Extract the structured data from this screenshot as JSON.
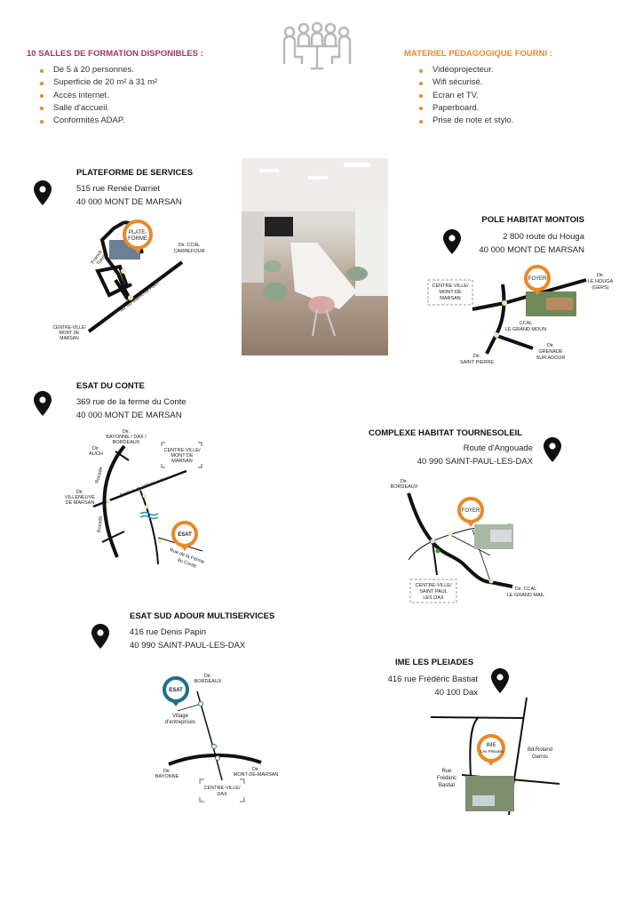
{
  "header": {
    "left_title": "10 SALLES DE FORMATION DISPONIBLES :",
    "left_items": [
      "De 5 à 20 personnes.",
      "Superficie de 20 m² à 31 m²",
      "Accès internet.",
      "Salle d'accueil.",
      "Conformités ADAP."
    ],
    "right_title": "MATERIEL PEDAGOGIQUE FOURNI :",
    "right_items": [
      "Vidéoprojecteur.",
      "Wifi sécurisé.",
      "Ecran et TV.",
      "Paperboard.",
      "Prise de note et stylo."
    ],
    "icon": "meeting-room-icon"
  },
  "colors": {
    "magenta": "#a3336b",
    "orange": "#e8892b",
    "teal": "#1f6f8b"
  },
  "sites": {
    "plateforme": {
      "title": "PLATEFORME DE SERVICES",
      "line1": "515 rue Renée Darriet",
      "line2": "40 000 MONT DE MARSAN",
      "map": {
        "pin": "PLATE-",
        "pin2": "FORME",
        "dir1": "Dir. CCAL",
        "dir2": "CARREFOUR",
        "road1": "France",
        "road2": "Travail",
        "road3": "Av. du Maréchal Foch",
        "c1": "CENTRE-VILLE/",
        "c2": "MONT DE",
        "c3": "MARSAN"
      }
    },
    "pole": {
      "title": "POLE HABITAT MONTOIS",
      "line1": "2 800 route du Houga",
      "line2": "40 000 MONT DE MARSAN",
      "map": {
        "pin": "FOYER",
        "c1": "CENTRE-VILLE/",
        "c2": "MONT DE",
        "c3": "MARSAN",
        "d1": "Dir.",
        "d2": "LE HOUGA",
        "d3": "(GERS)",
        "m1": "CCAL",
        "m2": "LE GRAND MOUN",
        "g1": "Dir.",
        "g2": "GRENADE",
        "g3": "SUR ADOUR",
        "s1": "Dir.",
        "s2": "SAINT PIERRE"
      }
    },
    "esat_conte": {
      "title": "ESAT DU CONTE",
      "line1": "369 rue de la ferme du Conte",
      "line2": "40 000 MONT DE MARSAN",
      "map": {
        "pin": "ESAT",
        "b1": "Dir.",
        "b2": "BAYONNE / DAX /",
        "b3": "BORDEAUX",
        "a1": "Dir.",
        "a2": "AUCH",
        "c1": "CENTRE-VILLE/",
        "c2": "MONT DE",
        "c3": "MARSAN",
        "v1": "Dir.",
        "v2": "VILLENEUVE",
        "v3": "DE MARSAN",
        "rocade": "Rocade",
        "ave": "Avenue de Villeneuve",
        "rue1": "Rue de la Ferme",
        "rue2": "du Conte"
      }
    },
    "complexe": {
      "title": "COMPLEXE HABITAT TOURNESOLEIL",
      "line1": "Route d'Angouade",
      "line2": "40 990 SAINT-PAUL-LES-DAX",
      "map": {
        "pin": "FOYER",
        "b1": "Dir.",
        "b2": "BORDEAUX",
        "c1": "CENTRE-VILLE/",
        "c2": "SAINT PAUL",
        "c3": "LES DAX",
        "d1": "Dir. CCAL",
        "d2": "LE GRAND MAIL"
      }
    },
    "esat_sud": {
      "title": "ESAT SUD ADOUR MULTISERVICES",
      "line1": "416 rue Denis Papin",
      "line2": "40 990 SAINT-PAUL-LES-DAX",
      "map": {
        "pin": "ESAT",
        "b1": "Dir.",
        "b2": "BORDEAUX",
        "v1": "Village",
        "v2": "d'entreprises",
        "y1": "Dir.",
        "y2": "BAYONNE",
        "m1": "Dir.",
        "m2": "MONT-DE-MARSAN",
        "c1": "CENTRE-VILLE/",
        "c2": "DAX"
      }
    },
    "ime": {
      "title": "IME LES PLEIADES",
      "line1": "416 rue Frédéric Bastiat",
      "line2": "40 100 Dax",
      "map": {
        "pin": "IME",
        "pin2": "Les Pléiades",
        "bd1": "Bd Roland",
        "bd2": "Garros",
        "r1": "Rue",
        "r2": "Frédéric",
        "r3": "Bastiat"
      }
    }
  }
}
